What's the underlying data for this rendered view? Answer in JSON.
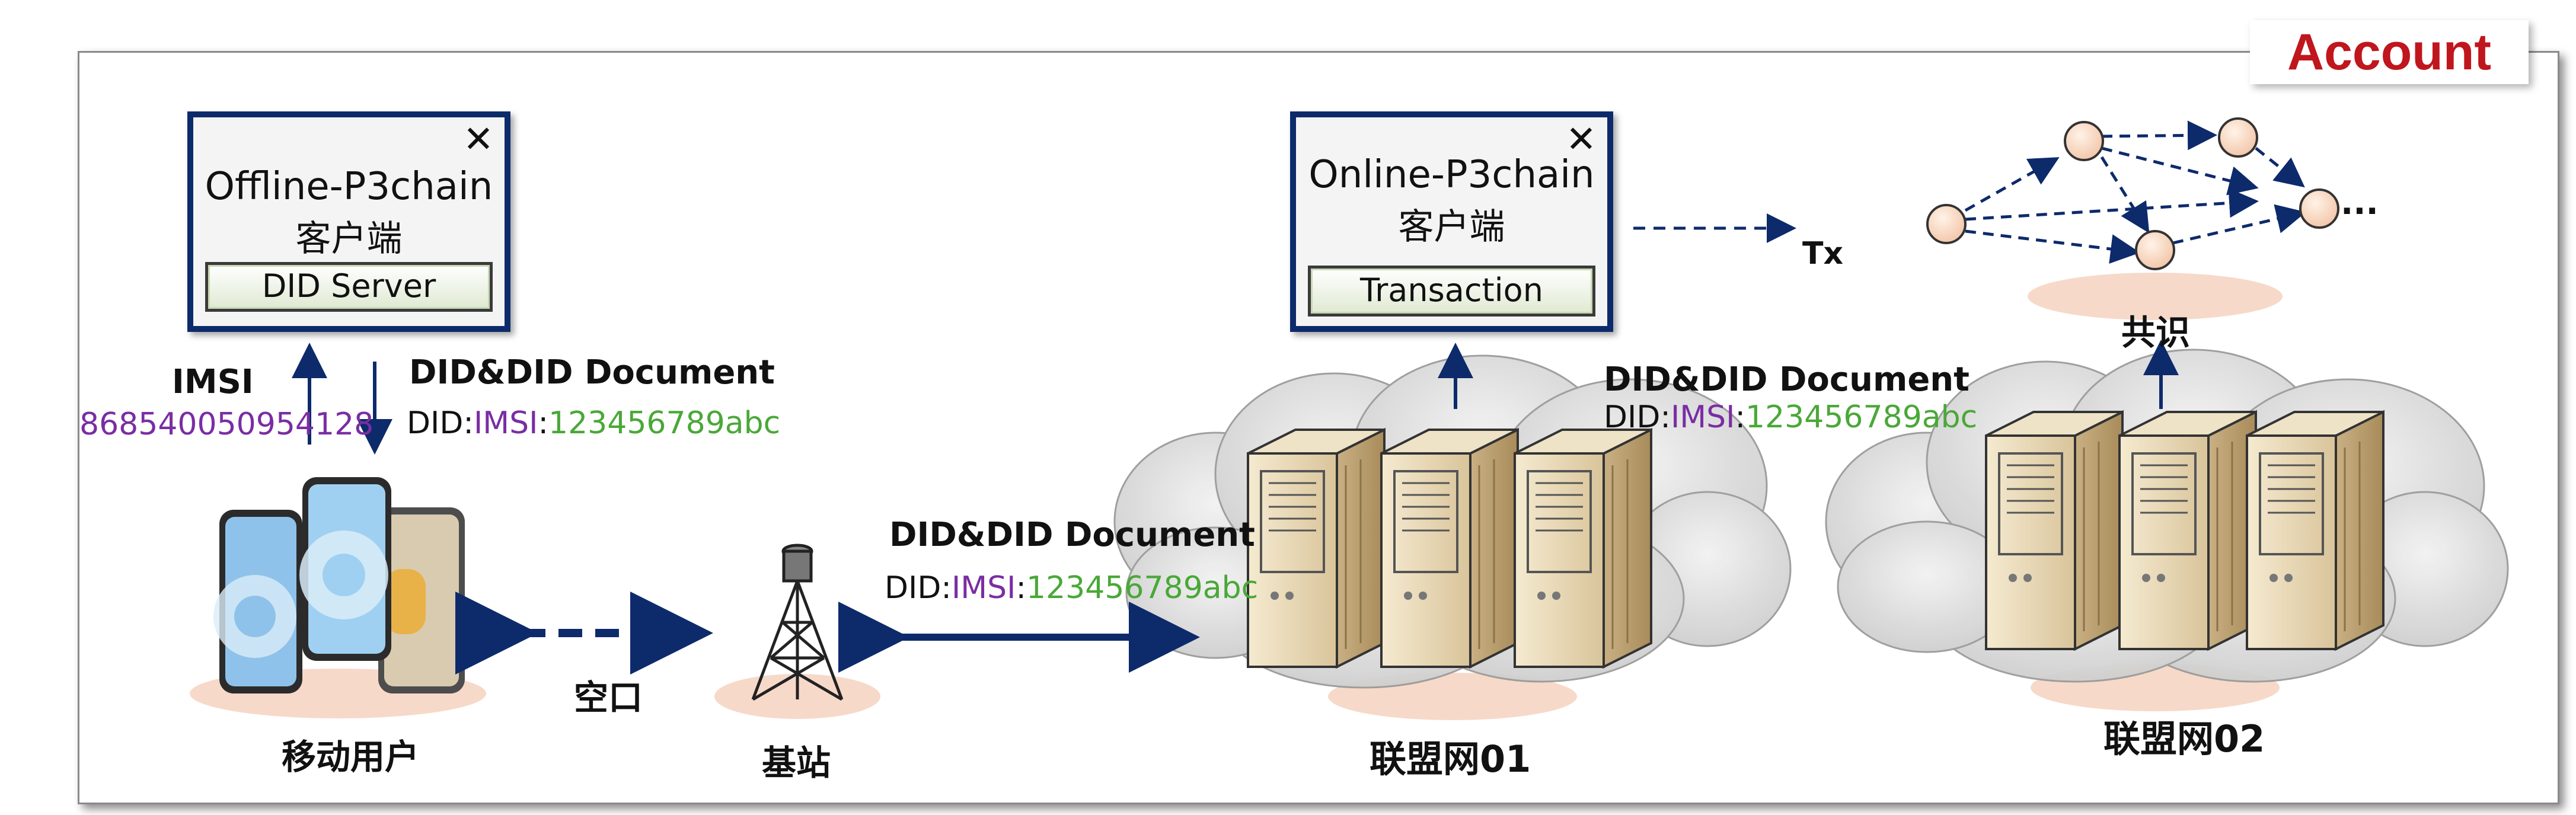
{
  "account_tag": "Account",
  "offline_window": {
    "title": "Offline-P3chain",
    "subtitle": "客户端",
    "button": "DID Server",
    "close": "✕"
  },
  "online_window": {
    "title": "Online-P3chain",
    "subtitle": "客户端",
    "button": "Transaction",
    "close": "✕"
  },
  "left_flow": {
    "imsi_label": "IMSI",
    "imsi_value": "868540050954128",
    "doc_label": "DID&DID Document",
    "did_prefix": "DID:",
    "did_imsi": "IMSI",
    "did_sep": ":",
    "did_value": "123456789abc"
  },
  "mid_flow": {
    "doc_label": "DID&DID Document",
    "did_prefix": "DID:",
    "did_imsi": "IMSI",
    "did_sep": ":",
    "did_value": "123456789abc"
  },
  "right_flow": {
    "doc_label": "DID&DID Document",
    "did_prefix": "DID:",
    "did_imsi": "IMSI",
    "did_sep": ":",
    "did_value": "123456789abc"
  },
  "labels": {
    "mobile_user": "移动用户",
    "air_interface": "空口",
    "base_station": "基站",
    "alliance_01": "联盟网01",
    "alliance_02": "联盟网02",
    "consensus": "共识",
    "tx": "Tx",
    "ellipsis": "..."
  },
  "colors": {
    "navy": "#0d2a6b",
    "purple": "#7a2da3",
    "green": "#4aa838",
    "red": "#c0161d",
    "pink": "#f7d9c9"
  }
}
